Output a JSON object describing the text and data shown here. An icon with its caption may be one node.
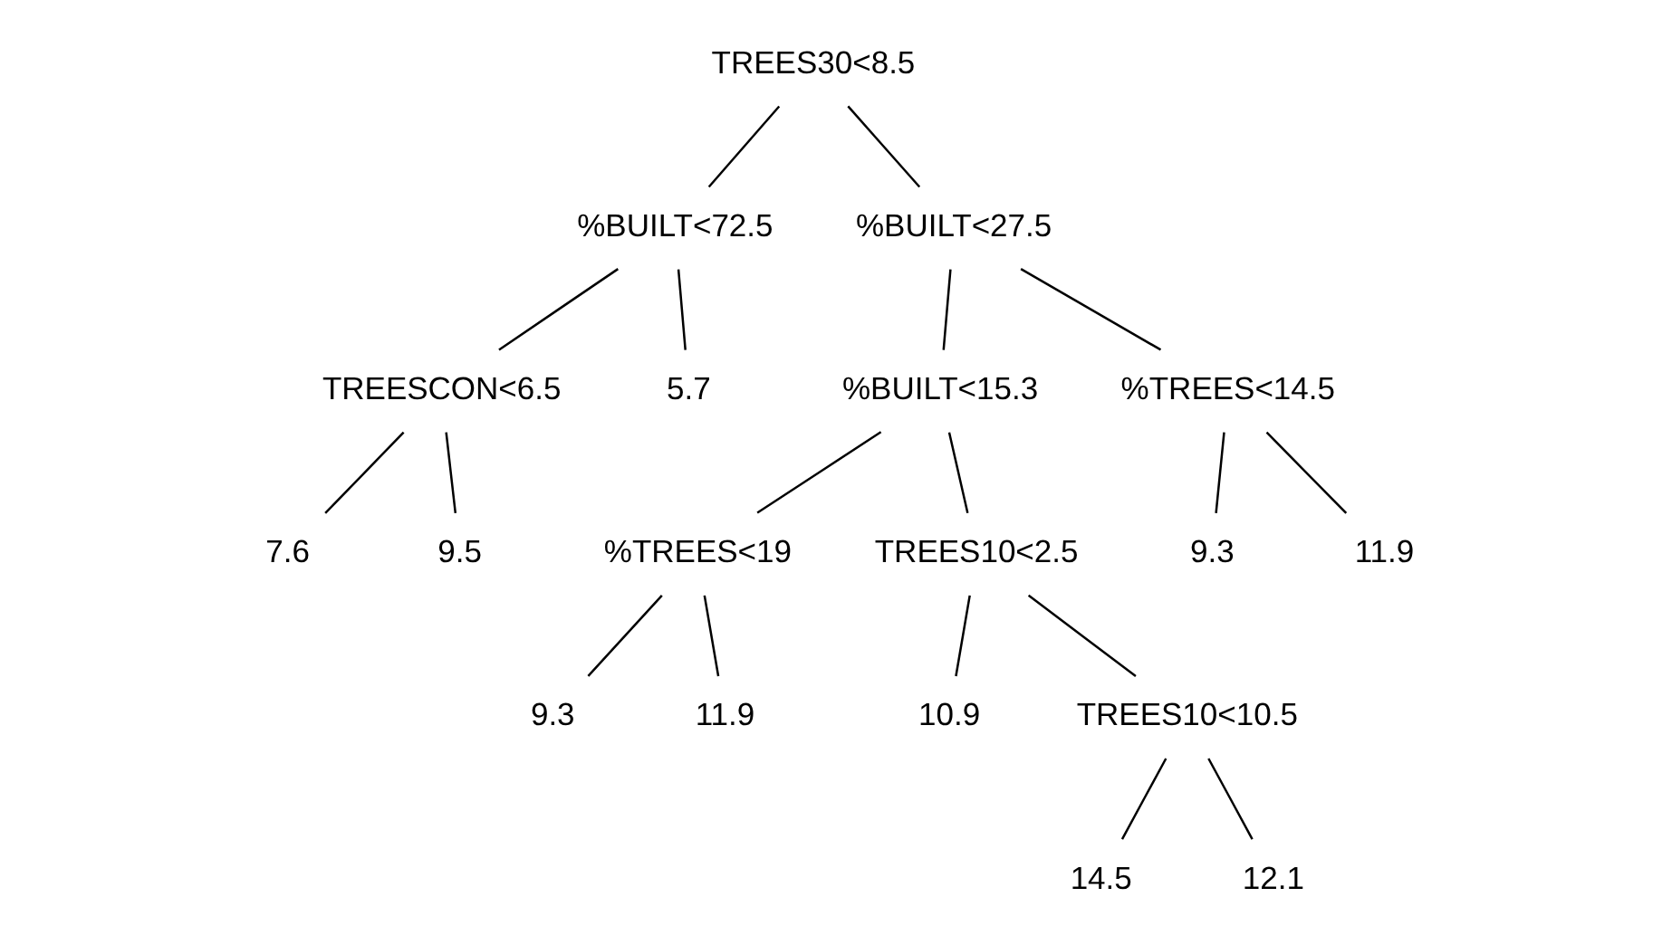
{
  "diagram": {
    "nodes": [
      {
        "text": [
          "TREES30<8.5"
        ]
      },
      {
        "text": [
          "%BUILT<72.5"
        ]
      },
      {
        "text": [
          "%BUILT<27.5"
        ]
      },
      {
        "text": [
          "TREESCON<6.5"
        ]
      },
      {
        "text": [
          "5.7"
        ]
      },
      {
        "text": [
          "%BUILT<15.3"
        ]
      },
      {
        "text": [
          "%TREES<14.5"
        ]
      },
      {
        "text": [
          "7.6"
        ]
      },
      {
        "text": [
          "9.5"
        ]
      },
      {
        "text": [
          "%TREES<19"
        ]
      },
      {
        "text": [
          "TREES10<2.5"
        ]
      },
      {
        "text": [
          "9.3"
        ]
      },
      {
        "text": [
          "11.9"
        ]
      },
      {
        "text": [
          "10.9"
        ]
      },
      {
        "text": [
          "TREES10<10.5"
        ]
      },
      {
        "text": [
          "14.5"
        ]
      },
      {
        "text": [
          "12.1"
        ]
      },
      {
        "text": [
          "9.3"
        ]
      },
      {
        "text": [
          "11.9"
        ]
      }
    ],
    "edges": [
      {
        "from": 0,
        "to": 1,
        "arrow": "none"
      },
      {
        "from": 0,
        "to": 2,
        "arrow": "none"
      },
      {
        "from": 1,
        "to": 3,
        "arrow": "none"
      },
      {
        "from": 1,
        "to": 4,
        "arrow": "none"
      },
      {
        "from": 3,
        "to": 7,
        "arrow": "none"
      },
      {
        "from": 3,
        "to": 8,
        "arrow": "none"
      },
      {
        "from": 2,
        "to": 5,
        "arrow": "none"
      },
      {
        "from": 2,
        "to": 6,
        "arrow": "none"
      },
      {
        "from": 5,
        "to": 9,
        "arrow": "none"
      },
      {
        "from": 5,
        "to": 10,
        "arrow": "none"
      },
      {
        "from": 9,
        "to": 11,
        "arrow": "none"
      },
      {
        "from": 9,
        "to": 12,
        "arrow": "none"
      },
      {
        "from": 10,
        "to": 13,
        "arrow": "none"
      },
      {
        "from": 10,
        "to": 14,
        "arrow": "none"
      },
      {
        "from": 14,
        "to": 15,
        "arrow": "none"
      },
      {
        "from": 14,
        "to": 16,
        "arrow": "none"
      },
      {
        "from": 6,
        "to": 17,
        "arrow": "none"
      },
      {
        "from": 6,
        "to": 18,
        "arrow": "none"
      }
    ]
  }
}
